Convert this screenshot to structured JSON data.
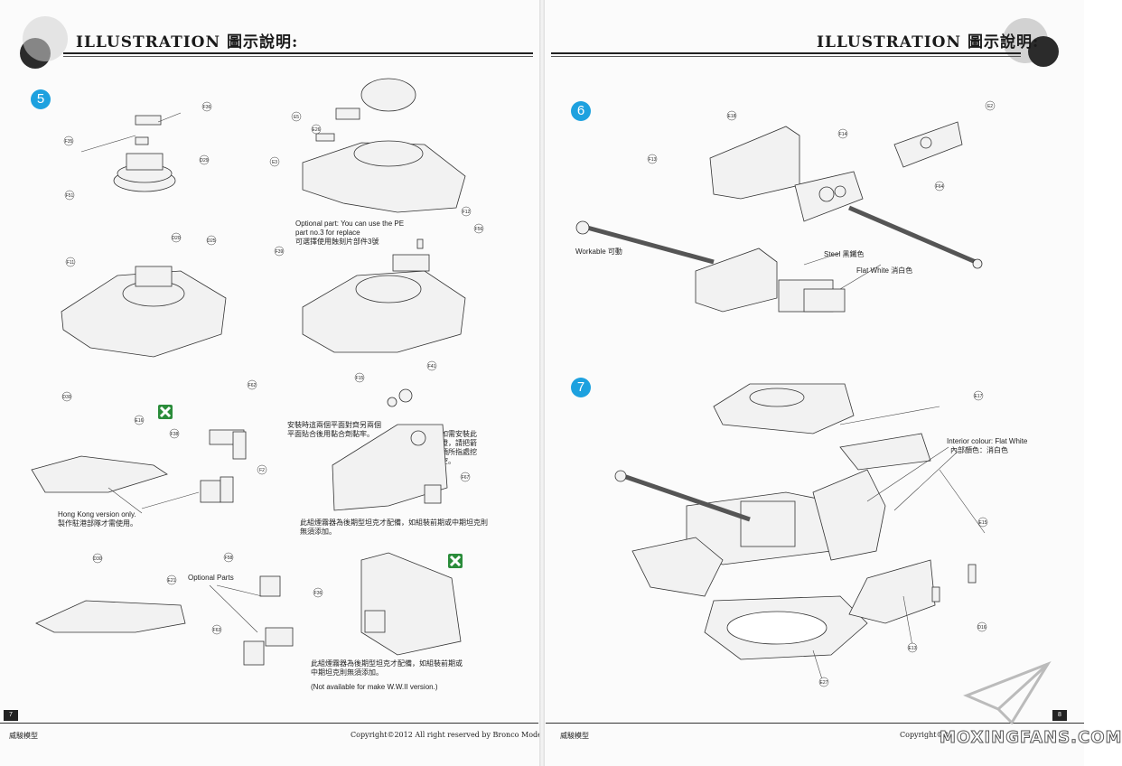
{
  "header": {
    "title_left": "ILLUSTRATION 圖示說明:",
    "title_right": "ILLUSTRATION 圖示說明:"
  },
  "steps": {
    "step5": "5",
    "step6": "6",
    "step7": "7"
  },
  "notes": {
    "optional_pe_1": "Optional part: You can use the PE",
    "optional_pe_2": "part no.3 for replace",
    "optional_pe_3": "可選擇使用蝕刻片部件3號",
    "glue_1": "安裝時這兩個平面對齊另兩個",
    "glue_2": "平面貼合後用黏合劑黏牢。",
    "install_1": "如需安裝此",
    "install_2": "燈，請把箭",
    "install_3": "頭所指處挖",
    "install_4": "空。",
    "hk_1": "Hong Kong version only.",
    "hk_2": "製作駐港部隊才需使用。",
    "smoke_1": "此組煙霧器為後期型坦克才配備，如組裝前期或中期坦克則",
    "smoke_2": "無須添加。",
    "optional_parts": "Optional Parts",
    "smoke2_1": "此組煙霧器為後期型坦克才配備，如組裝前期或",
    "smoke2_2": "中期坦克則無須添加。",
    "not_available": "(Not available for make W.W.II version.)",
    "workable": "Workable 可動",
    "steel": "Steel 黑鐵色",
    "flat_white": "Flat White 消白色",
    "interior_1": "Interior colour: Flat White",
    "interior_2": "內部顏色：消白色"
  },
  "parts": {
    "f36": "F36",
    "f35": "F35",
    "d29": "D29",
    "f51": "F51",
    "e5": "E5",
    "e26": "E26",
    "e3": "E3",
    "d20": "D20",
    "d25": "D25",
    "f11": "F11",
    "f12": "F12",
    "f56": "F56",
    "f39": "F39",
    "d30a": "D30",
    "e16": "E16",
    "f38": "F38",
    "f62": "F62",
    "f2": "F2",
    "f15": "F15",
    "f41": "F41",
    "f67": "F67",
    "d30b": "D30",
    "e21": "E21",
    "f58": "F58",
    "f36b": "F36",
    "f63": "F63",
    "e18": "E18",
    "f14": "F14",
    "f13": "F13",
    "e2": "E2",
    "f64": "F64",
    "e17": "E17",
    "e15": "E15",
    "d16": "D16",
    "e13": "E13",
    "e27": "E27"
  },
  "footer": {
    "brand_left": "威駿模型",
    "copyright_left": "Copyright©2012  All right reserved by Bronco Models",
    "brand_right": "威駿模型",
    "copyright_right": "Copyright©2",
    "page_left": "7",
    "page_right": "8"
  },
  "watermark": "MOXINGFANS.COM"
}
